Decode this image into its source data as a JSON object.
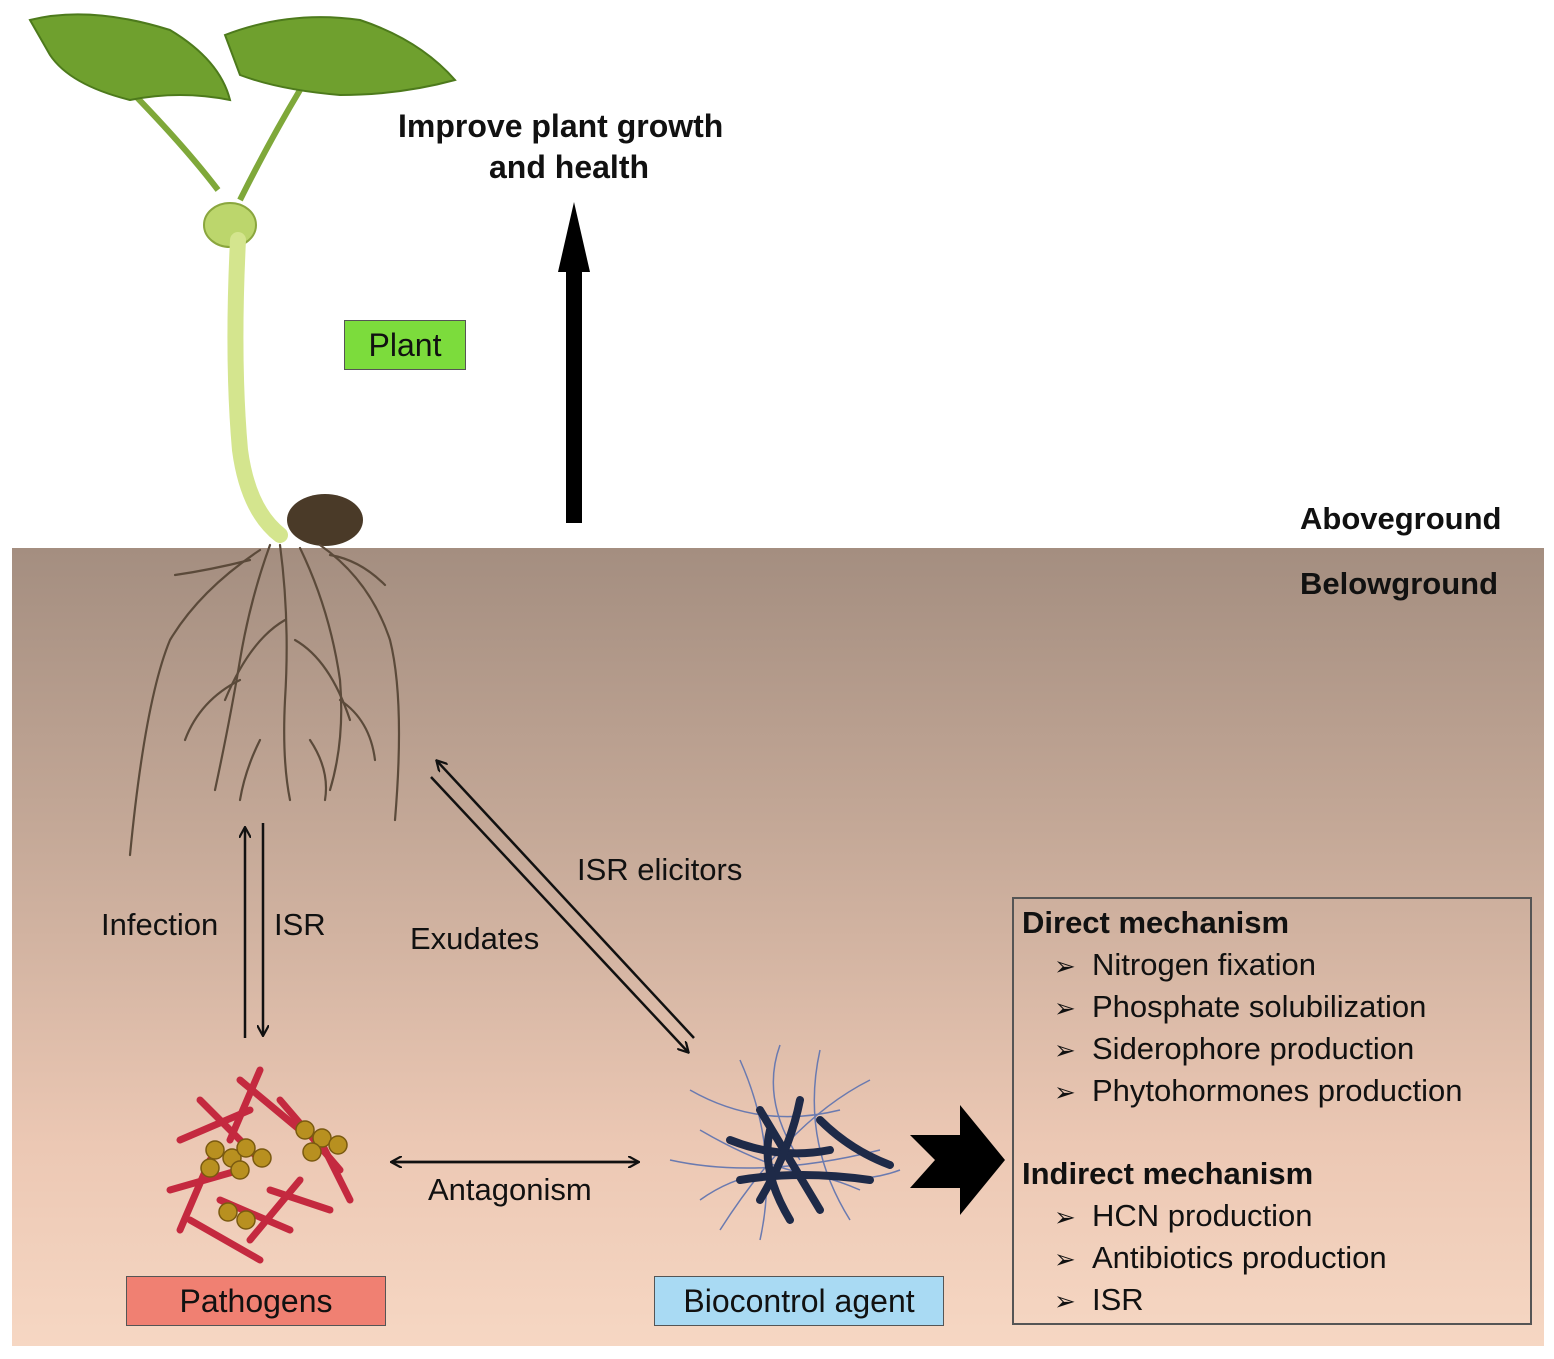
{
  "labels": {
    "improve": [
      "Improve plant growth",
      "and health"
    ],
    "plant": "Plant",
    "aboveground": "Aboveground",
    "belowground": "Belowground",
    "infection": "Infection",
    "isr": "ISR",
    "exudates": "Exudates",
    "isr_elicitors": "ISR elicitors",
    "antagonism": "Antagonism",
    "pathogens": "Pathogens",
    "biocontrol": "Biocontrol agent"
  },
  "mechanisms": {
    "direct": {
      "title": "Direct mechanism",
      "items": [
        "Nitrogen fixation",
        "Phosphate solubilization",
        "Siderophore production",
        "Phytohormones production"
      ]
    },
    "indirect": {
      "title": "Indirect mechanism",
      "items": [
        "HCN production",
        "Antibiotics production",
        "ISR"
      ]
    },
    "bullet": "➢"
  },
  "colors": {
    "plant_label": "#7cdc3c",
    "pathogens_label": "#f08072",
    "biocontrol_label": "#a9daf3",
    "soil_top": "#a48e80",
    "soil_bottom": "#f6d7c3"
  }
}
